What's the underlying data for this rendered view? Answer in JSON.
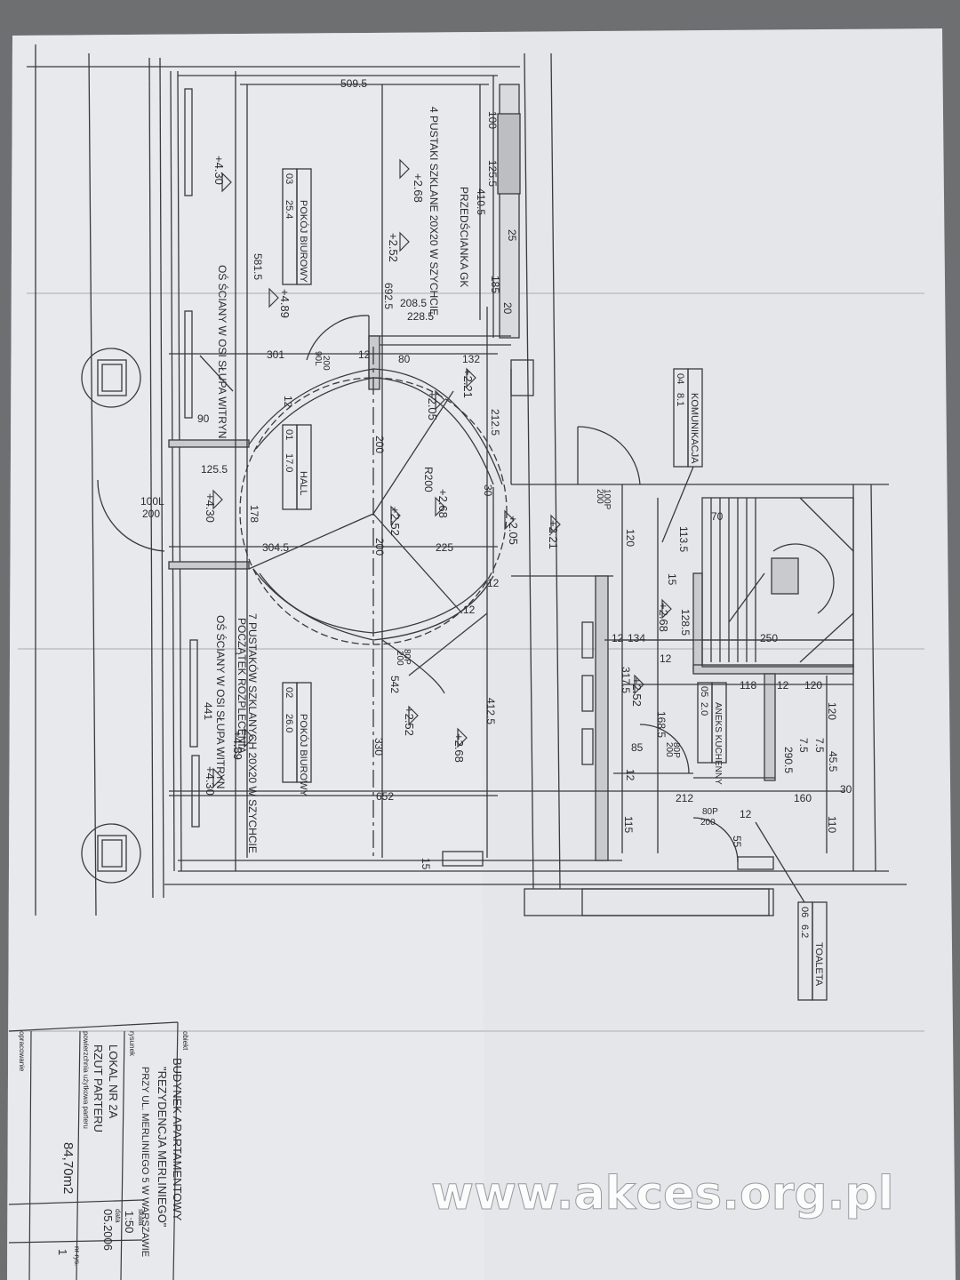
{
  "watermark": "www.akces.org.pl",
  "rooms": [
    {
      "number": "01",
      "area": "17.0",
      "name": "HALL"
    },
    {
      "number": "02",
      "area": "26.0",
      "name": "POKÓJ BIUROWY"
    },
    {
      "number": "03",
      "area": "25.4",
      "name": "POKÓJ BIUROWY"
    },
    {
      "number": "04",
      "area": "8.1",
      "name": "KOMUNIKACJA"
    },
    {
      "number": "05",
      "area": "2.0",
      "name": "ANEKS KUCHENNY"
    },
    {
      "number": "06",
      "area": "6.2",
      "name": "TOALETA"
    }
  ],
  "notes": {
    "glass_top": "4 PUSTAKI SZKLANE 20X20 W SZYCHCIE",
    "partition": "PRZEDŚCIANKA GK",
    "glass_bottom_1": "7 PUSTAKÓW SZKLANYCH 20X20 W SZYCHCIE",
    "glass_bottom_2": "POCZĄTEK ROZPLECENIA",
    "axis_top": "OŚ ŚCIANY W OSI SŁUPA WITRYN",
    "axis_bottom": "OŚ ŚCIANY W OSI SŁUPA WITRYN"
  },
  "levels": [
    "+4.30",
    "+4.30",
    "+4.30",
    "+2.68",
    "+2.52",
    "+4.89",
    "+2.21",
    "+2.05",
    "+2.68",
    "+2.52",
    "+2.05",
    "+2.21",
    "+2.68",
    "+2.52",
    "+2.52",
    "+2.68",
    "+4.89"
  ],
  "dimensions": {
    "d509_5": "509.5",
    "d100a": "100",
    "d125_5a": "125.5",
    "d410_5": "410.5",
    "d25": "25",
    "d185": "185",
    "d20": "20",
    "d581_5": "581.5",
    "d692_5": "692.5",
    "d208_5": "208.5",
    "d228_5": "228.5",
    "d301": "301",
    "d12a": "12",
    "d80": "80",
    "d132": "132",
    "d90_200": "90L",
    "d200a": "200",
    "d90": "90",
    "d12b": "12",
    "d212_5": "212.5",
    "r200": "R200",
    "d200b": "200",
    "d30": "30",
    "d125_5b": "125.5",
    "d100L": "100L",
    "d200c": "200",
    "d178": "178",
    "d304_5": "304.5",
    "d200d": "200",
    "d225": "225",
    "d120a": "120",
    "d12c": "12",
    "d12d": "12",
    "d100p": "100P",
    "d200e": "200",
    "d70": "70",
    "d113_5": "113.5",
    "d120b": "120",
    "d15": "15",
    "d128_5": "128.5",
    "d12e": "12",
    "d134": "134",
    "d250": "250",
    "d12f": "12",
    "d317_5": "317.5",
    "d118": "118",
    "d12g": "12",
    "d120c": "120",
    "d120d": "120",
    "d80p_a": "80P",
    "d200f": "200",
    "d542": "542",
    "d412_5": "412.5",
    "d330": "330",
    "d441": "441",
    "d168_5": "168.5",
    "d80p_b": "80P",
    "d200g": "200",
    "d85": "85",
    "d12h": "12",
    "d7_5a": "7.5",
    "d7_5b": "7.5",
    "d290_5": "290.5",
    "d45_5": "45.5",
    "d30b": "30",
    "d652": "652",
    "d212": "212",
    "d160": "160",
    "d110": "110",
    "d115": "115",
    "d80p_c": "80P",
    "d200h": "200",
    "d12i": "12",
    "d55": "55",
    "d15b": "15"
  },
  "title_block": {
    "object_label": "obiekt",
    "object_line1": "BUDYNEK APARTAMENTOWY",
    "object_line2": "\"REZYDENCJA MERLINIEGO\"",
    "object_line3": "PRZY UL. MERLINIEGO 5 W WARSZAWIE",
    "drawing_label": "rysunek",
    "drawing_line1": "LOKAL NR 2A",
    "drawing_line2": "RZUT PARTERU",
    "scale_label": "skala",
    "scale": "1:50",
    "date_label": "data",
    "date": "05.2006",
    "sheet_label": "nr rys.",
    "sheet": "1",
    "area_label": "powierzchnia użytkowa parteru",
    "area": "84,70m2",
    "author_label": "opracowanie"
  }
}
